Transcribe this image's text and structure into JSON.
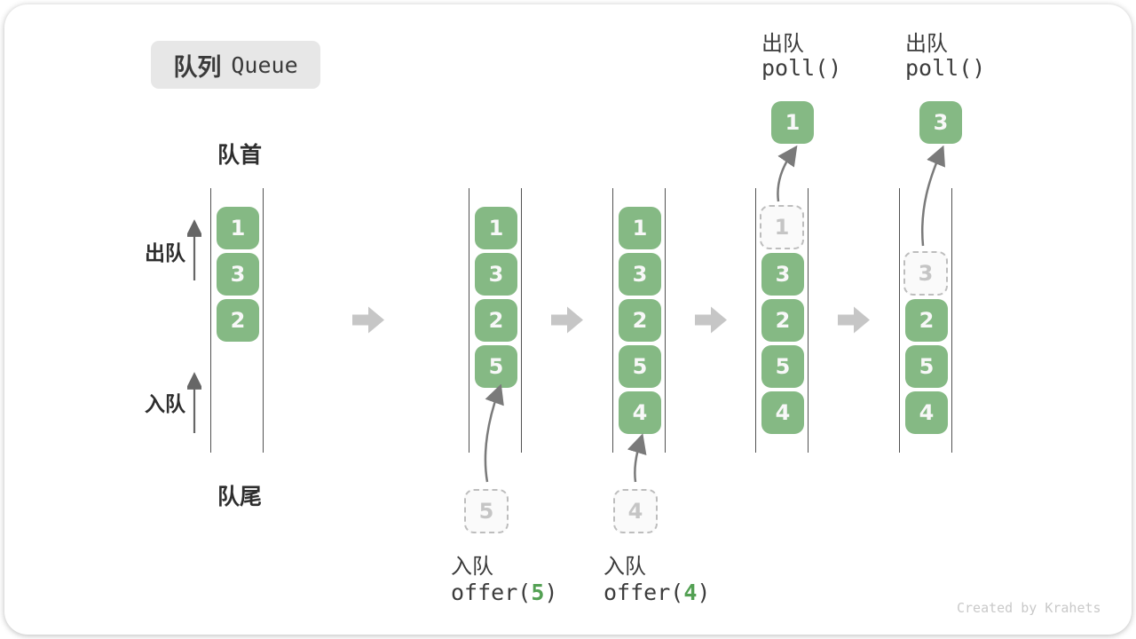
{
  "title": {
    "zh": "队列",
    "en": "Queue"
  },
  "labels": {
    "front": "队首",
    "rear": "队尾",
    "dequeue_side": "出队",
    "enqueue_side": "入队"
  },
  "states": [
    {
      "boxes": [
        "1",
        "3",
        "2"
      ]
    },
    {
      "boxes": [
        "1",
        "3",
        "2",
        "5"
      ],
      "staging": "5",
      "op": {
        "label": "入队",
        "fn": "offer(",
        "arg": "5",
        "close": ")"
      }
    },
    {
      "boxes": [
        "1",
        "3",
        "2",
        "5",
        "4"
      ],
      "staging": "4",
      "op": {
        "label": "入队",
        "fn": "offer(",
        "arg": "4",
        "close": ")"
      }
    },
    {
      "ghost": "1",
      "boxes": [
        "3",
        "2",
        "5",
        "4"
      ],
      "popped": "1",
      "op": {
        "label": "出队",
        "fn": "poll()"
      }
    },
    {
      "ghost": "3",
      "boxes": [
        "2",
        "5",
        "4"
      ],
      "popped": "3",
      "op": {
        "label": "出队",
        "fn": "poll()"
      }
    }
  ],
  "watermark": "Created by Krahets",
  "colors": {
    "box_green": "#85b984",
    "digit_green": "#53a053",
    "step_arrow_gray": "#c6c6c6"
  }
}
